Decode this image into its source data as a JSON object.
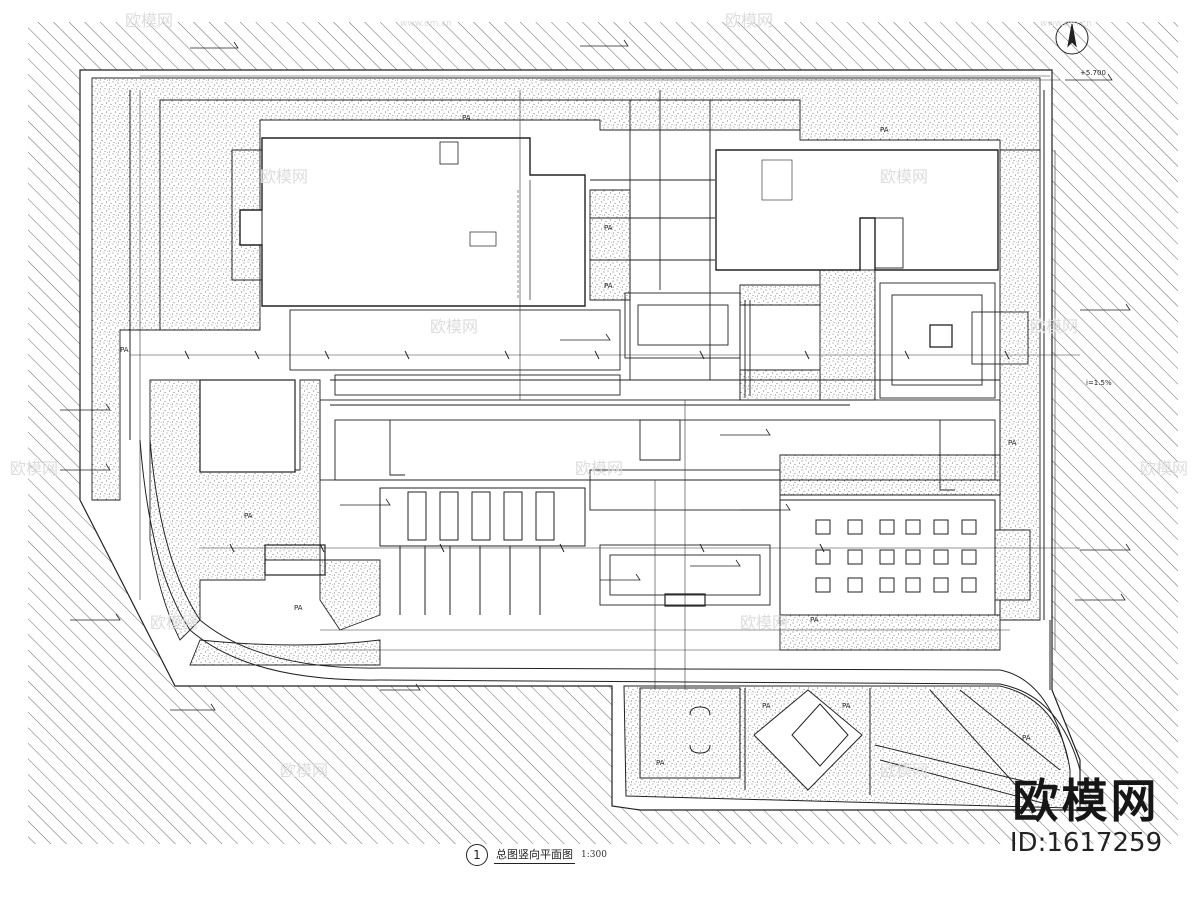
{
  "drawing": {
    "caption_number": "1",
    "caption_title": "总图竖向平面图",
    "caption_scale": "1:300"
  },
  "watermark": {
    "logo_text": "欧模网",
    "id_text": "ID:1617259",
    "small_text": "欧模网",
    "small_url": "www.om.cn"
  },
  "plan_labels": {
    "paving": "PA",
    "slope": "i=1.5%",
    "level": "+5.700"
  },
  "colors": {
    "line": "#222222",
    "hatch": "#444444",
    "stipple": "#555555",
    "watermark": "#d9d9d9"
  }
}
